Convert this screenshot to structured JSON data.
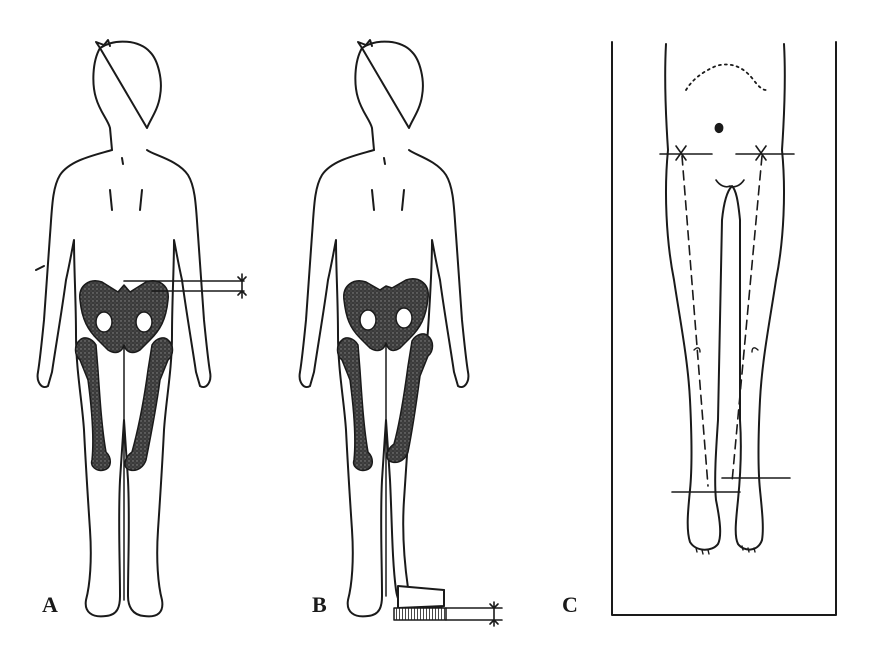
{
  "panels": [
    {
      "label": "A"
    },
    {
      "label": "B"
    },
    {
      "label": "C"
    }
  ],
  "colors": {
    "ink": "#1a1a1a",
    "bone_fill": "#2b2b2b",
    "background": "#ffffff"
  }
}
